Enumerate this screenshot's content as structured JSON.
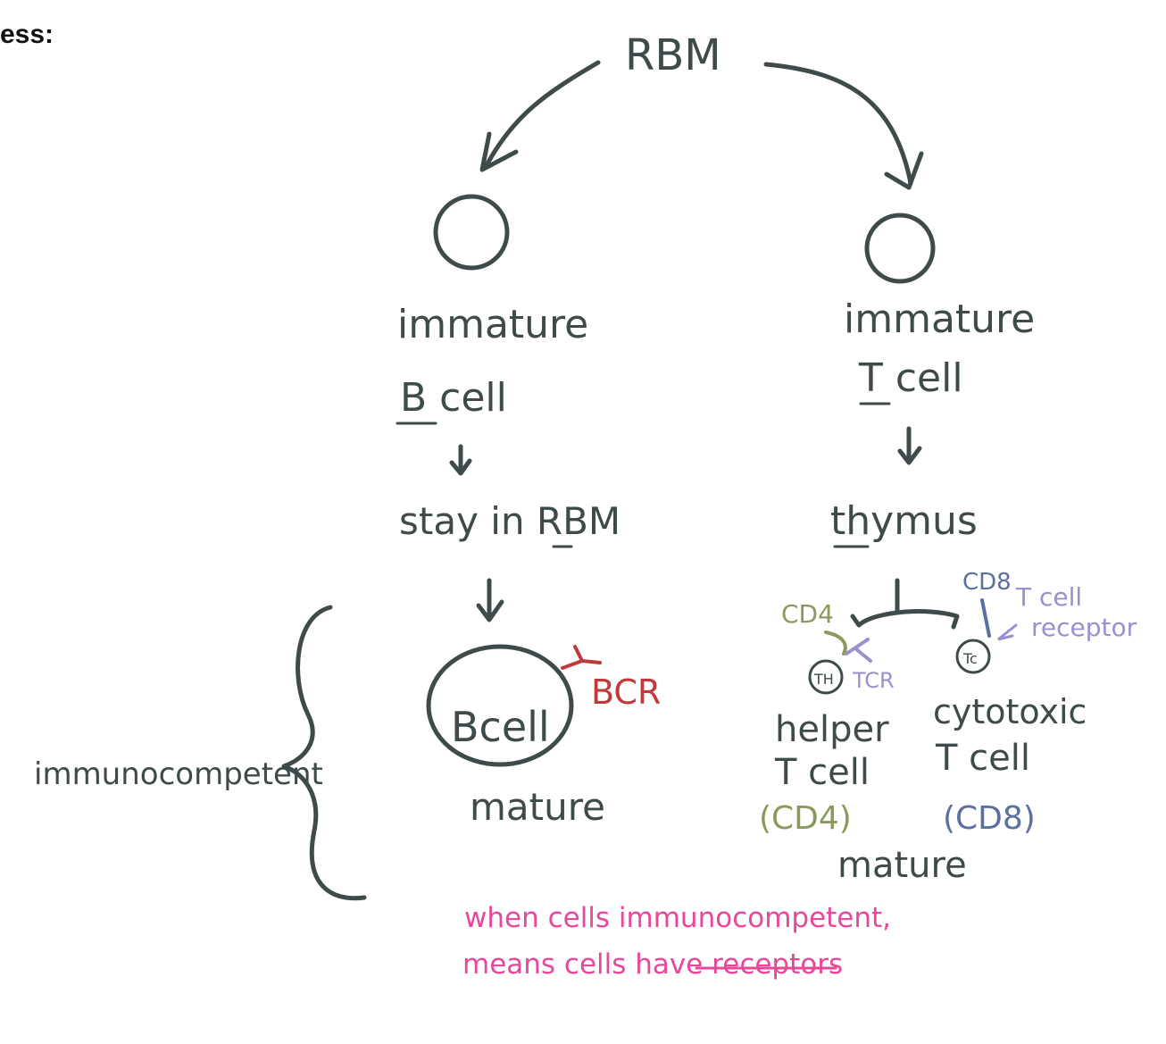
{
  "header": {
    "text": "ess:"
  },
  "diagram": {
    "root": "RBM",
    "b_branch": {
      "cell_line1": "immature",
      "cell_line2": "B cell",
      "step": "stay in RBM",
      "mature_cell_label": "Bcell",
      "receptor": "BCR",
      "mature": "mature"
    },
    "t_branch": {
      "cell_line1": "immature",
      "cell_line2": "T cell",
      "step": "thymus",
      "cd4": "CD4",
      "cd8": "CD8",
      "tcell_receptor_line1": "T cell",
      "tcell_receptor_line2": "receptor",
      "tcr": "TCR",
      "th": "TH",
      "tc": "Tc",
      "helper_line1": "helper",
      "helper_line2": "T cell",
      "helper_marker": "(CD4)",
      "cytotoxic_line1": "cytotoxic",
      "cytotoxic_line2": "T cell",
      "cytotoxic_marker": "(CD8)",
      "mature": "mature"
    },
    "brace_label": "immunocompetent",
    "note_line1": "when cells immunocompetent,",
    "note_line2": "means cells have receptors",
    "colors": {
      "ink": "#3f4a4a",
      "bcr": "#c0393b",
      "cd4": "#8a9a5b",
      "cd8": "#5b6fa0",
      "tcr": "#9b8fd0",
      "note": "#e8489a"
    }
  }
}
